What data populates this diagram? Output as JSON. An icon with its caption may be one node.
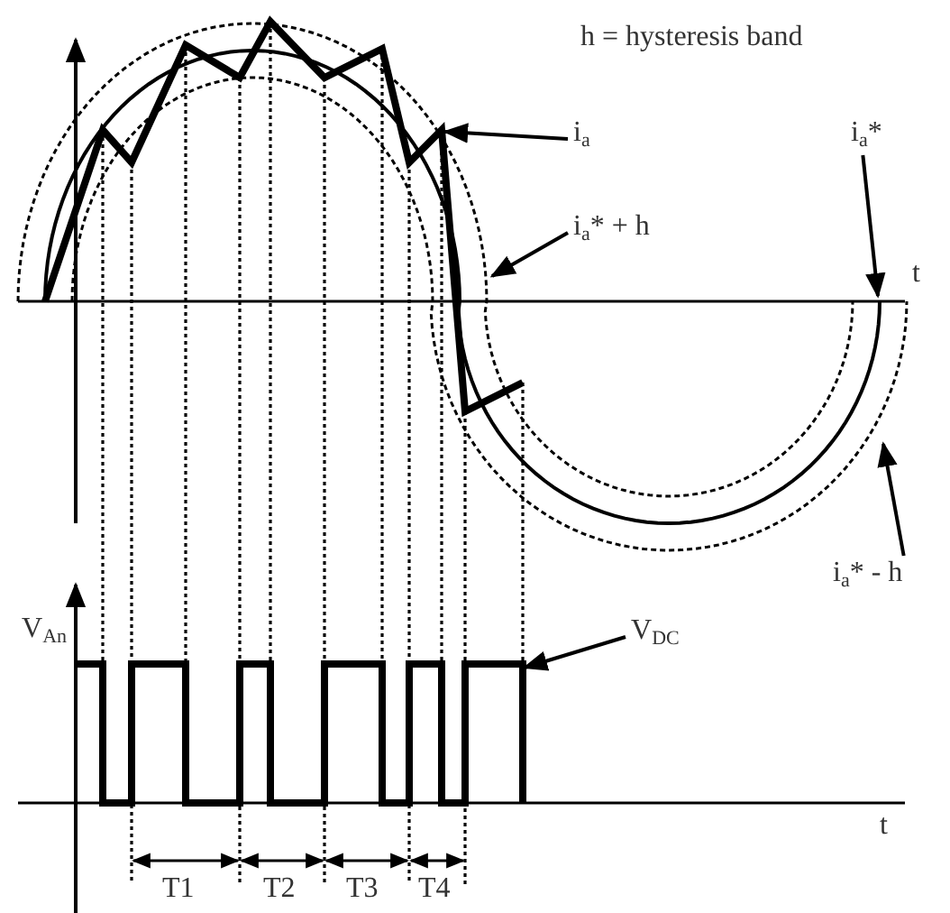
{
  "diagram": {
    "nodes": [
      {
        "text": [
          "i$_{a}$"
        ]
      },
      {
        "text": [
          "i$_{a}$* + h"
        ]
      },
      {
        "text": [
          "i$_{a}$*"
        ]
      },
      {
        "text": [
          "i$_{a}$* - h"
        ]
      },
      {
        "text": [
          "V$_{DC}$"
        ]
      },
      {
        "text": [],
        "shape": "picture"
      }
    ],
    "edges": [
      {
        "from": 0,
        "to": null,
        "arrow": "to"
      },
      {
        "from": 1,
        "to": null,
        "arrow": "to"
      },
      {
        "from": 2,
        "to": null,
        "arrow": "to"
      },
      {
        "from": 3,
        "to": null,
        "arrow": "to"
      },
      {
        "from": 4,
        "to": 5,
        "arrow": "to"
      }
    ],
    "labels": [
      "h = hysteresis band",
      "t",
      "V$_{An}$",
      "t",
      "T1",
      "T2",
      "T3",
      "T4"
    ]
  }
}
